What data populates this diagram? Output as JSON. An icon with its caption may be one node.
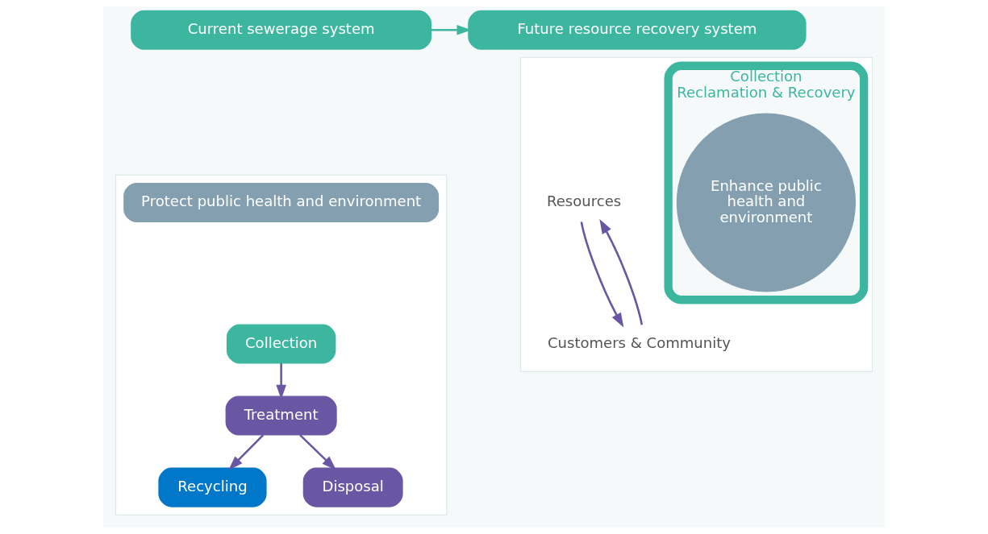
{
  "diagram": {
    "nodes": [
      {
        "text": [
          "Current sewerage system"
        ]
      },
      {
        "text": [
          "Future resource recovery system"
        ]
      },
      {
        "text": [],
        "shape": "box"
      },
      {
        "text": [
          "Protect public health and environment"
        ],
        "in": 2
      },
      {
        "text": [
          "Collection"
        ],
        "in": 2
      },
      {
        "text": [
          "Treatment"
        ],
        "in": 2
      },
      {
        "text": [
          "Recycling"
        ],
        "in": 2
      },
      {
        "text": [
          "Disposal"
        ],
        "in": 2
      },
      {
        "text": [],
        "shape": "box"
      },
      {
        "text": [
          "Collection",
          "Reclamation & Recovery"
        ],
        "in": 8
      },
      {
        "text": [
          "Enhance public health and environment"
        ],
        "in": 9
      },
      {
        "text": [
          "Resources"
        ],
        "in": 8
      },
      {
        "text": [
          "Customers & Community"
        ],
        "in": 8
      }
    ],
    "edges": [
      {
        "from": 0,
        "to": 1,
        "arrow": "to",
        "color": "#3db6a0"
      },
      {
        "from": 4,
        "to": 5,
        "arrow": "to"
      },
      {
        "from": 5,
        "to": 6,
        "arrow": "to"
      },
      {
        "from": 5,
        "to": 7,
        "arrow": "to"
      },
      {
        "from": 12,
        "to": 11,
        "arrow": "to"
      },
      {
        "from": 11,
        "to": 12,
        "arrow": "to"
      }
    ]
  }
}
